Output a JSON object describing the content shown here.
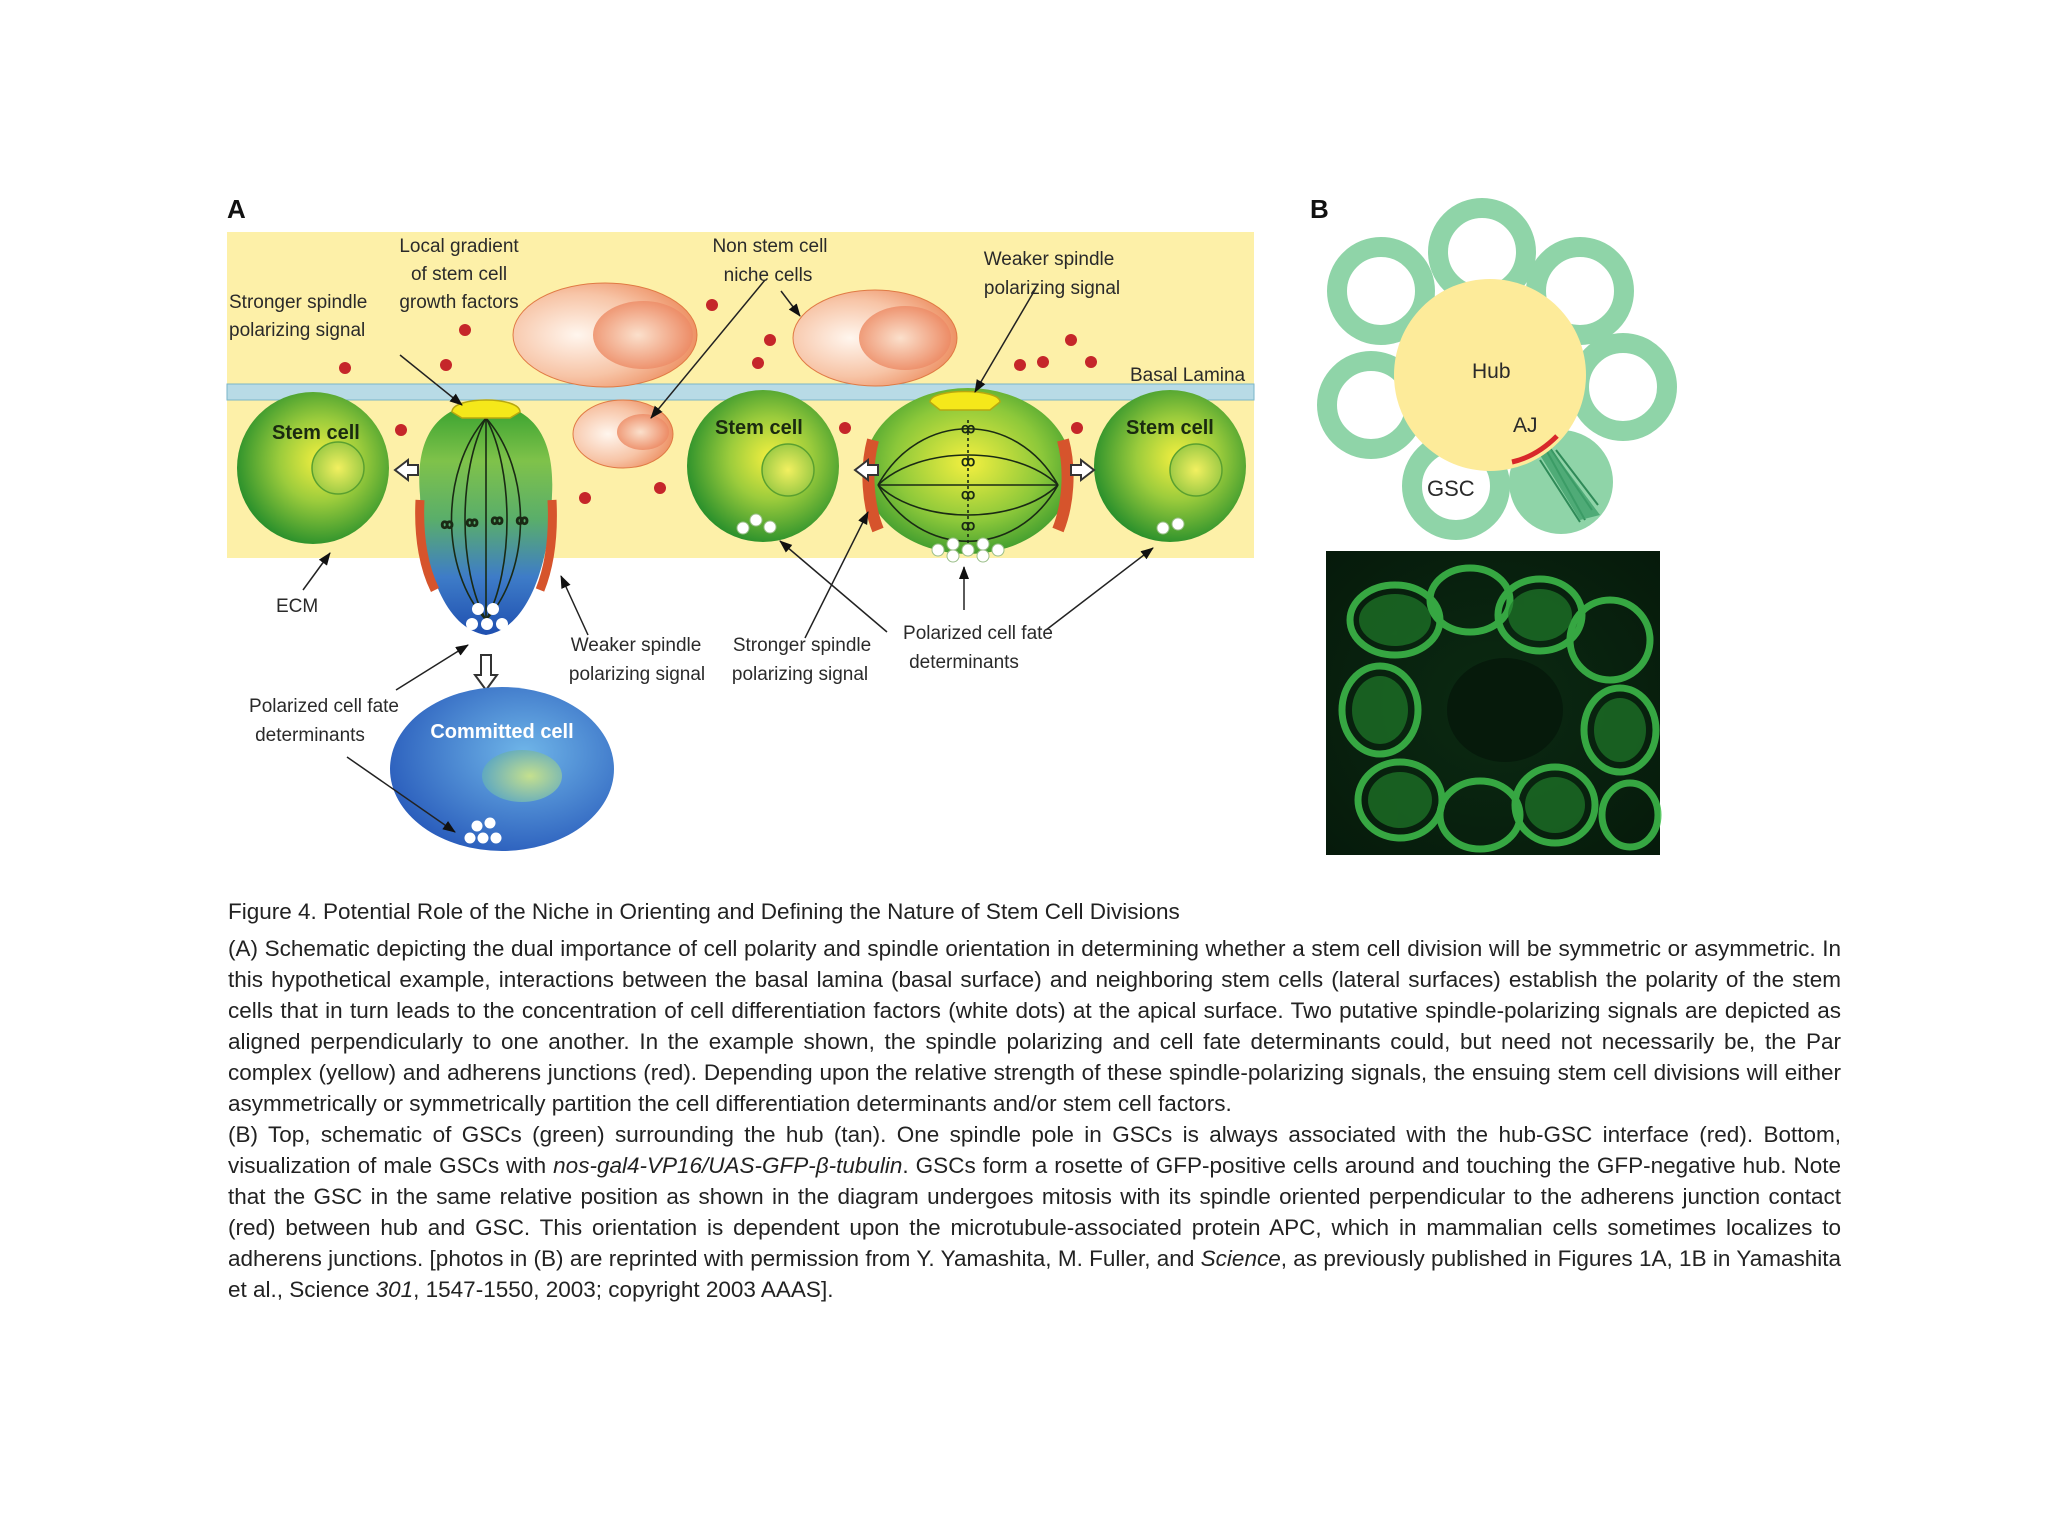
{
  "panel_a": {
    "letter": "A",
    "labels": {
      "local_gradient_1": "Local gradient",
      "local_gradient_2": "of stem cell",
      "local_gradient_3": "growth factors",
      "stronger_top_1": "Stronger spindle",
      "stronger_top_2": "polarizing signal",
      "non_stem_1": "Non stem cell",
      "non_stem_2": "niche cells",
      "weaker_top_1": "Weaker spindle",
      "weaker_top_2": "polarizing signal",
      "basal_lamina": "Basal Lamina",
      "stem_cell_1": "Stem cell",
      "stem_cell_2": "Stem cell",
      "stem_cell_3": "Stem cell",
      "ecm": "ECM",
      "weaker_bottom_1": "Weaker spindle",
      "weaker_bottom_2": "polarizing signal",
      "stronger_bottom_1": "Stronger spindle",
      "stronger_bottom_2": "polarizing signal",
      "polarized_right_1": "Polarized cell fate",
      "polarized_right_2": "determinants",
      "polarized_left_1": "Polarized cell fate",
      "polarized_left_2": "determinants",
      "committed_cell": "Committed cell"
    }
  },
  "panel_b": {
    "letter": "B",
    "hub": "Hub",
    "aj": "AJ",
    "gsc": "GSC"
  },
  "caption": {
    "title": "Figure 4.  Potential Role of the Niche in Orienting and Defining the Nature of Stem Cell Divisions",
    "para_a": "(A) Schematic depicting the dual importance of cell polarity and spindle orientation in determining whether a stem cell division will be symmetric or asymmetric. In this hypothetical example, interactions between the basal lamina (basal surface) and neighboring stem cells (lateral surfaces) establish the polarity of the stem cells that in turn leads to the concentration of cell differentiation factors (white dots) at the apical surface. Two putative spindle-polarizing signals are depicted as aligned perpendicularly to one another. In the example shown, the spindle polarizing and cell fate determinants could, but need not necessarily be, the Par complex (yellow) and adherens junctions (red). Depending upon the relative strength of these spindle-polarizing signals, the ensuing stem cell divisions will either asymmetrically or symmetrically partition the cell differentiation determinants and/or stem cell factors.",
    "para_b_1": "(B) Top, schematic of GSCs (green) surrounding the hub (tan). One spindle pole in GSCs is always associated with the hub-GSC interface (red). Bottom, visualization of male GSCs with ",
    "para_b_italic_1": "nos-gal4-VP16/UAS-GFP-β-tubulin",
    "para_b_2": ". GSCs form a rosette of GFP-positive cells around and touching the GFP-negative hub. Note that the GSC in the same relative position as shown in the diagram undergoes mitosis with its spindle oriented perpendicular to the adherens junction contact (red) between hub and GSC. This orientation is dependent upon the microtubule-associated protein APC, which in mammalian cells sometimes localizes to adherens junctions. [photos in (B) are reprinted with permission from Y. Yamashita, M. Fuller, and ",
    "para_b_italic_2": "Science",
    "para_b_3": ", as previously published in Figures 1A, 1B in Yamashita et al., Science ",
    "para_b_italic_3": "301",
    "para_b_4": ", 1547-1550, 2003; copyright 2003 AAAS]."
  }
}
